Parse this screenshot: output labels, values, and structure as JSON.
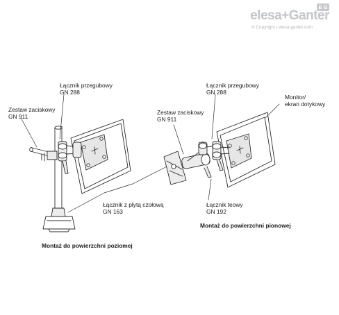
{
  "brand": {
    "logo_text": "elesa+Ganter",
    "badge": "E G",
    "copyright": "© Copyright | elesa-ganter.com"
  },
  "left_assembly": {
    "labels": {
      "clamp": [
        "Zestaw zaciskowy",
        "GN 911"
      ],
      "hinge": [
        "Łącznik przegubowy",
        "GN 288"
      ],
      "plate": [
        "Łącznik z płytą czołową",
        "GN 163"
      ]
    },
    "caption": "Montaż do powierzchni poziomej"
  },
  "right_assembly": {
    "labels": {
      "clamp": [
        "Zestaw zaciskowy",
        "GN 911"
      ],
      "hinge": [
        "Łącznik przegubowy",
        "GN 288"
      ],
      "monitor": [
        "Monitor/",
        "ekran dotykowy"
      ],
      "tee": [
        "Łącznik teowy",
        "GN 192"
      ]
    },
    "caption": "Montaż do powierzchni pionowej"
  },
  "colors": {
    "line": "#2b2b2b",
    "part_fill": "#ececec",
    "logo": "#c3c6c9"
  }
}
